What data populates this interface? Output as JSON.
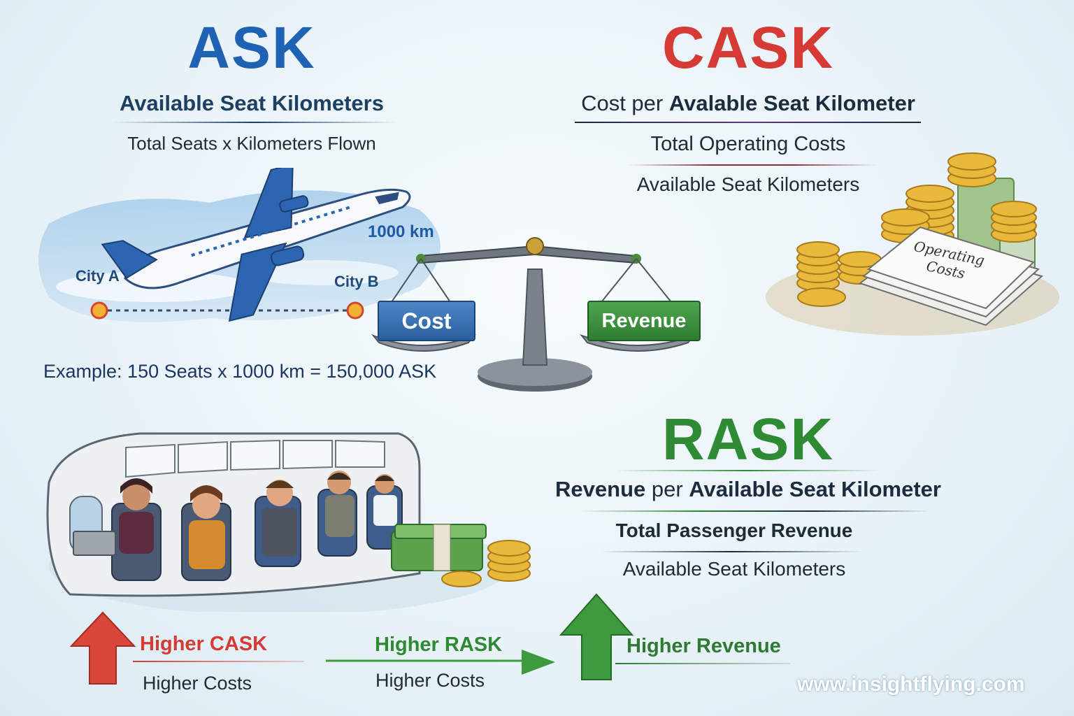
{
  "ask": {
    "title": "ASK",
    "subtitle": "Available Seat Kilometers",
    "formula": "Total Seats x Kilometers Flown",
    "city_a": "City A",
    "city_b": "City B",
    "distance": "1000 km",
    "example": "Example: 150 Seats x 1000 km = 150,000 ASK"
  },
  "cask": {
    "title": "CASK",
    "subtitle_plain": "Cost per ",
    "subtitle_bold": "Avalable Seat Kilometer",
    "numerator": "Total Operating Costs",
    "denominator": "Available Seat Kilometers",
    "paper_label_1": "Operating",
    "paper_label_2": "Costs"
  },
  "scale": {
    "cost_label": "Cost",
    "revenue_label": "Revenue"
  },
  "rask": {
    "title": "RASK",
    "subtitle_bold_1": "Revenue",
    "subtitle_plain": " per ",
    "subtitle_bold_2": "Available Seat Kilometer",
    "numerator": "Total Passenger Revenue",
    "denominator": "Available Seat Kilometers"
  },
  "bottom": {
    "item1_title": "Higher CASK",
    "item1_sub": "Higher Costs",
    "item2_title": "Higher RASK",
    "item2_sub": "Higher Costs",
    "item3_title": "Higher Revenue"
  },
  "footer": {
    "url": "www.insightflying.com"
  },
  "colors": {
    "ask_blue": "#1f62b4",
    "cask_red": "#d53b34",
    "rask_green": "#2e8a33",
    "navy_text": "#1c3f63"
  }
}
